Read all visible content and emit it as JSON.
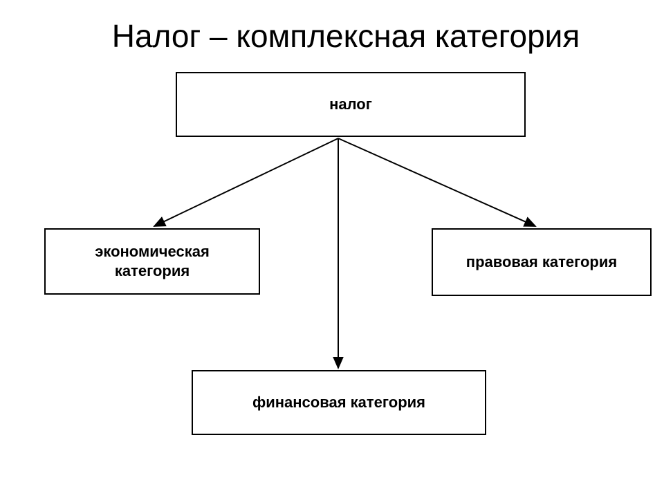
{
  "slide": {
    "title": "Налог – комплексная категория",
    "background_color": "#ffffff",
    "line_color": "#000000",
    "text_color": "#000000"
  },
  "diagram": {
    "type": "hierarchy-tree",
    "orientation": "root-top-three-children",
    "root": {
      "id": "root",
      "label": "налог"
    },
    "children": [
      {
        "id": "economic",
        "label": "экономическая\nкатегория",
        "position": "bottom-left"
      },
      {
        "id": "legal",
        "label": "правовая категория",
        "position": "bottom-right"
      },
      {
        "id": "financial",
        "label": "финансовая категория",
        "position": "bottom-center"
      }
    ],
    "connectors": [
      {
        "from": "root",
        "to": "economic",
        "style": "arrow"
      },
      {
        "from": "root",
        "to": "legal",
        "style": "arrow"
      },
      {
        "from": "root",
        "to": "financial",
        "style": "arrow"
      }
    ]
  }
}
